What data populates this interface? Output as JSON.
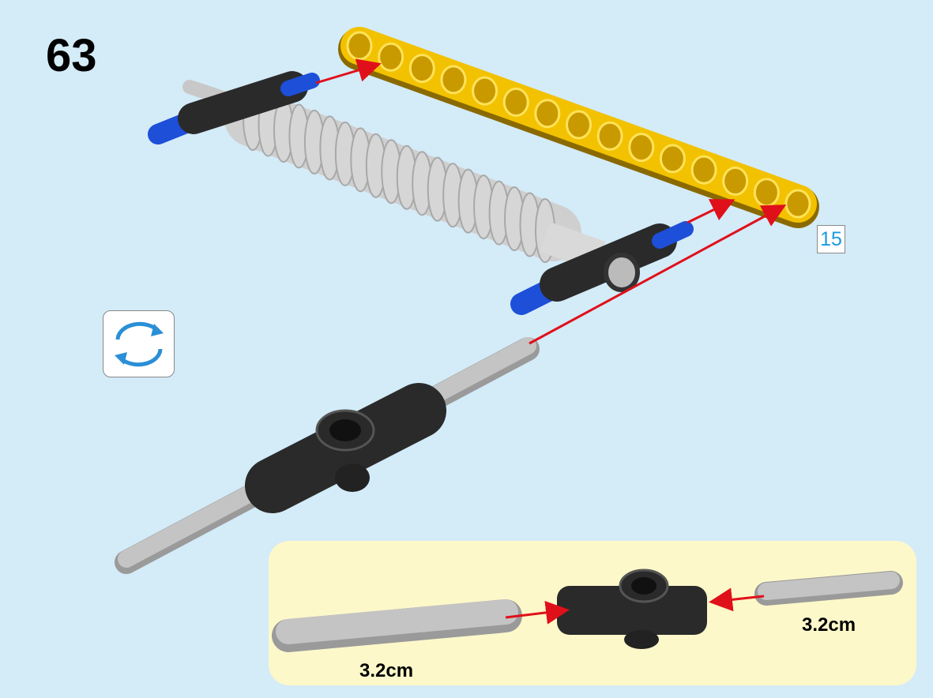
{
  "step_number": "63",
  "quantity_label": "15",
  "rotate_icon": "rotate-model-icon",
  "callout": {
    "axle_left_length": "3.2cm",
    "axle_right_length": "3.2cm"
  },
  "colors": {
    "background": "#d4ebf8",
    "callout": "#fdf8c9",
    "beam": "#f2c200",
    "arrow": "#e0101a",
    "pin": "#1d4fd8",
    "connector": "#2a2a2a",
    "axle": "#bdbdbd"
  },
  "beam_holes": 15
}
